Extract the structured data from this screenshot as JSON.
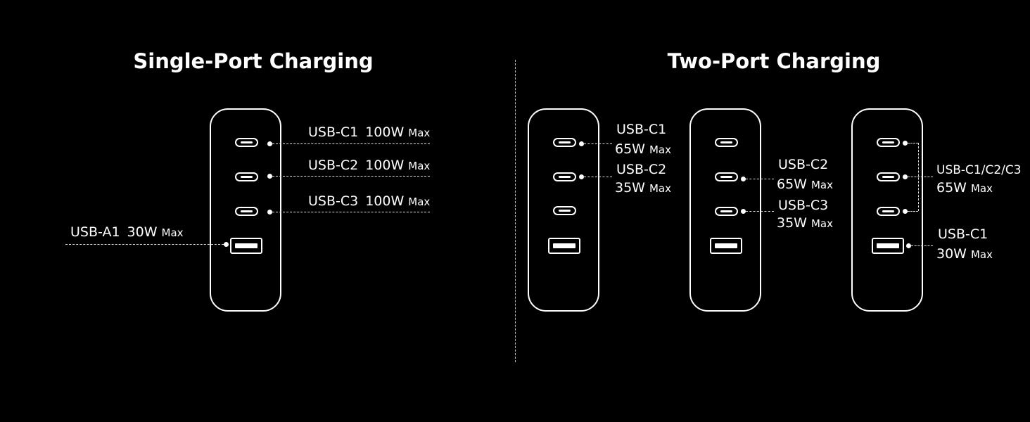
{
  "titles": {
    "single": "Single-Port Charging",
    "two": "Two-Port Charging"
  },
  "max_text": "Max",
  "single": {
    "c1": {
      "port": "USB-C1",
      "watts": "100W"
    },
    "c2": {
      "port": "USB-C2",
      "watts": "100W"
    },
    "c3": {
      "port": "USB-C3",
      "watts": "100W"
    },
    "a1": {
      "port": "USB-A1",
      "watts": "30W"
    }
  },
  "two_a": {
    "c1": {
      "port": "USB-C1",
      "watts": "65W"
    },
    "c2": {
      "port": "USB-C2",
      "watts": "35W"
    }
  },
  "two_b": {
    "c2": {
      "port": "USB-C2",
      "watts": "65W"
    },
    "c3": {
      "port": "USB-C3",
      "watts": "35W"
    }
  },
  "two_c": {
    "group": {
      "port": "USB-C1/C2/C3",
      "watts": "65W"
    },
    "a": {
      "port": "USB-C1",
      "watts": "30W"
    }
  }
}
